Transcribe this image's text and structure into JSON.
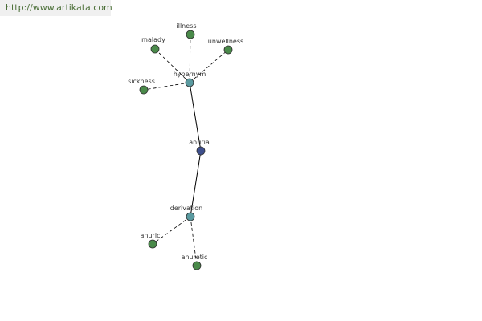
{
  "header": {
    "url": "http://www.artikata.com"
  },
  "colors": {
    "line": "#000000",
    "leaf_node": "#4a8a4a",
    "relation_node": "#5a9aa0",
    "root_node": "#3e4f8c",
    "node_stroke": "#2e2e2e"
  },
  "nodes": {
    "illness": "illness",
    "malady": "malady",
    "unwellness": "unwellness",
    "sickness": "sickness",
    "hypernym": "hypernym",
    "anuria": "anuria",
    "derivation": "derivation",
    "anuric": "anuric",
    "anuretic": "anuretic"
  }
}
